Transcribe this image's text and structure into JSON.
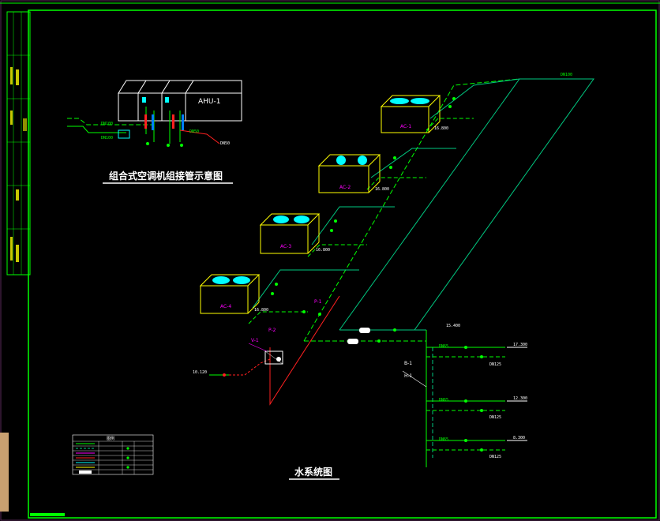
{
  "drawing": {
    "ahu_detail_title": "组合式空调机组接管示意图",
    "water_system_title": "水系统图",
    "ahu_label": "AHU-1",
    "legend_header": "图例"
  },
  "units": [
    {
      "tag": "AC-1",
      "elev": "16.800"
    },
    {
      "tag": "AC-2",
      "elev": "16.800"
    },
    {
      "tag": "AC-3",
      "elev": "16.800"
    },
    {
      "tag": "AC-4",
      "elev": "16.800"
    }
  ],
  "markers": {
    "v1": "V-1",
    "p1": "P-1",
    "p2": "P-2",
    "b1": "B-1",
    "h1": "H-1"
  },
  "branch_elevations": [
    "17.300",
    "12.300",
    "8.300"
  ],
  "misc_elevations": {
    "top_main": "15.400",
    "left_inlet": "10.120"
  },
  "pipe_sizes": {
    "main": "DN100",
    "branch": "DN65",
    "small": "DN50",
    "riser": "DN125"
  },
  "colors": {
    "frame": "#00ff00",
    "pipe_supply": "#00c880",
    "pipe_return": "#00ff00",
    "unit_box": "#ffff00",
    "unit_fan": "#00ffff",
    "tag": "#ff00ff",
    "text": "#ffffff",
    "red_pipe": "#ff2020"
  }
}
